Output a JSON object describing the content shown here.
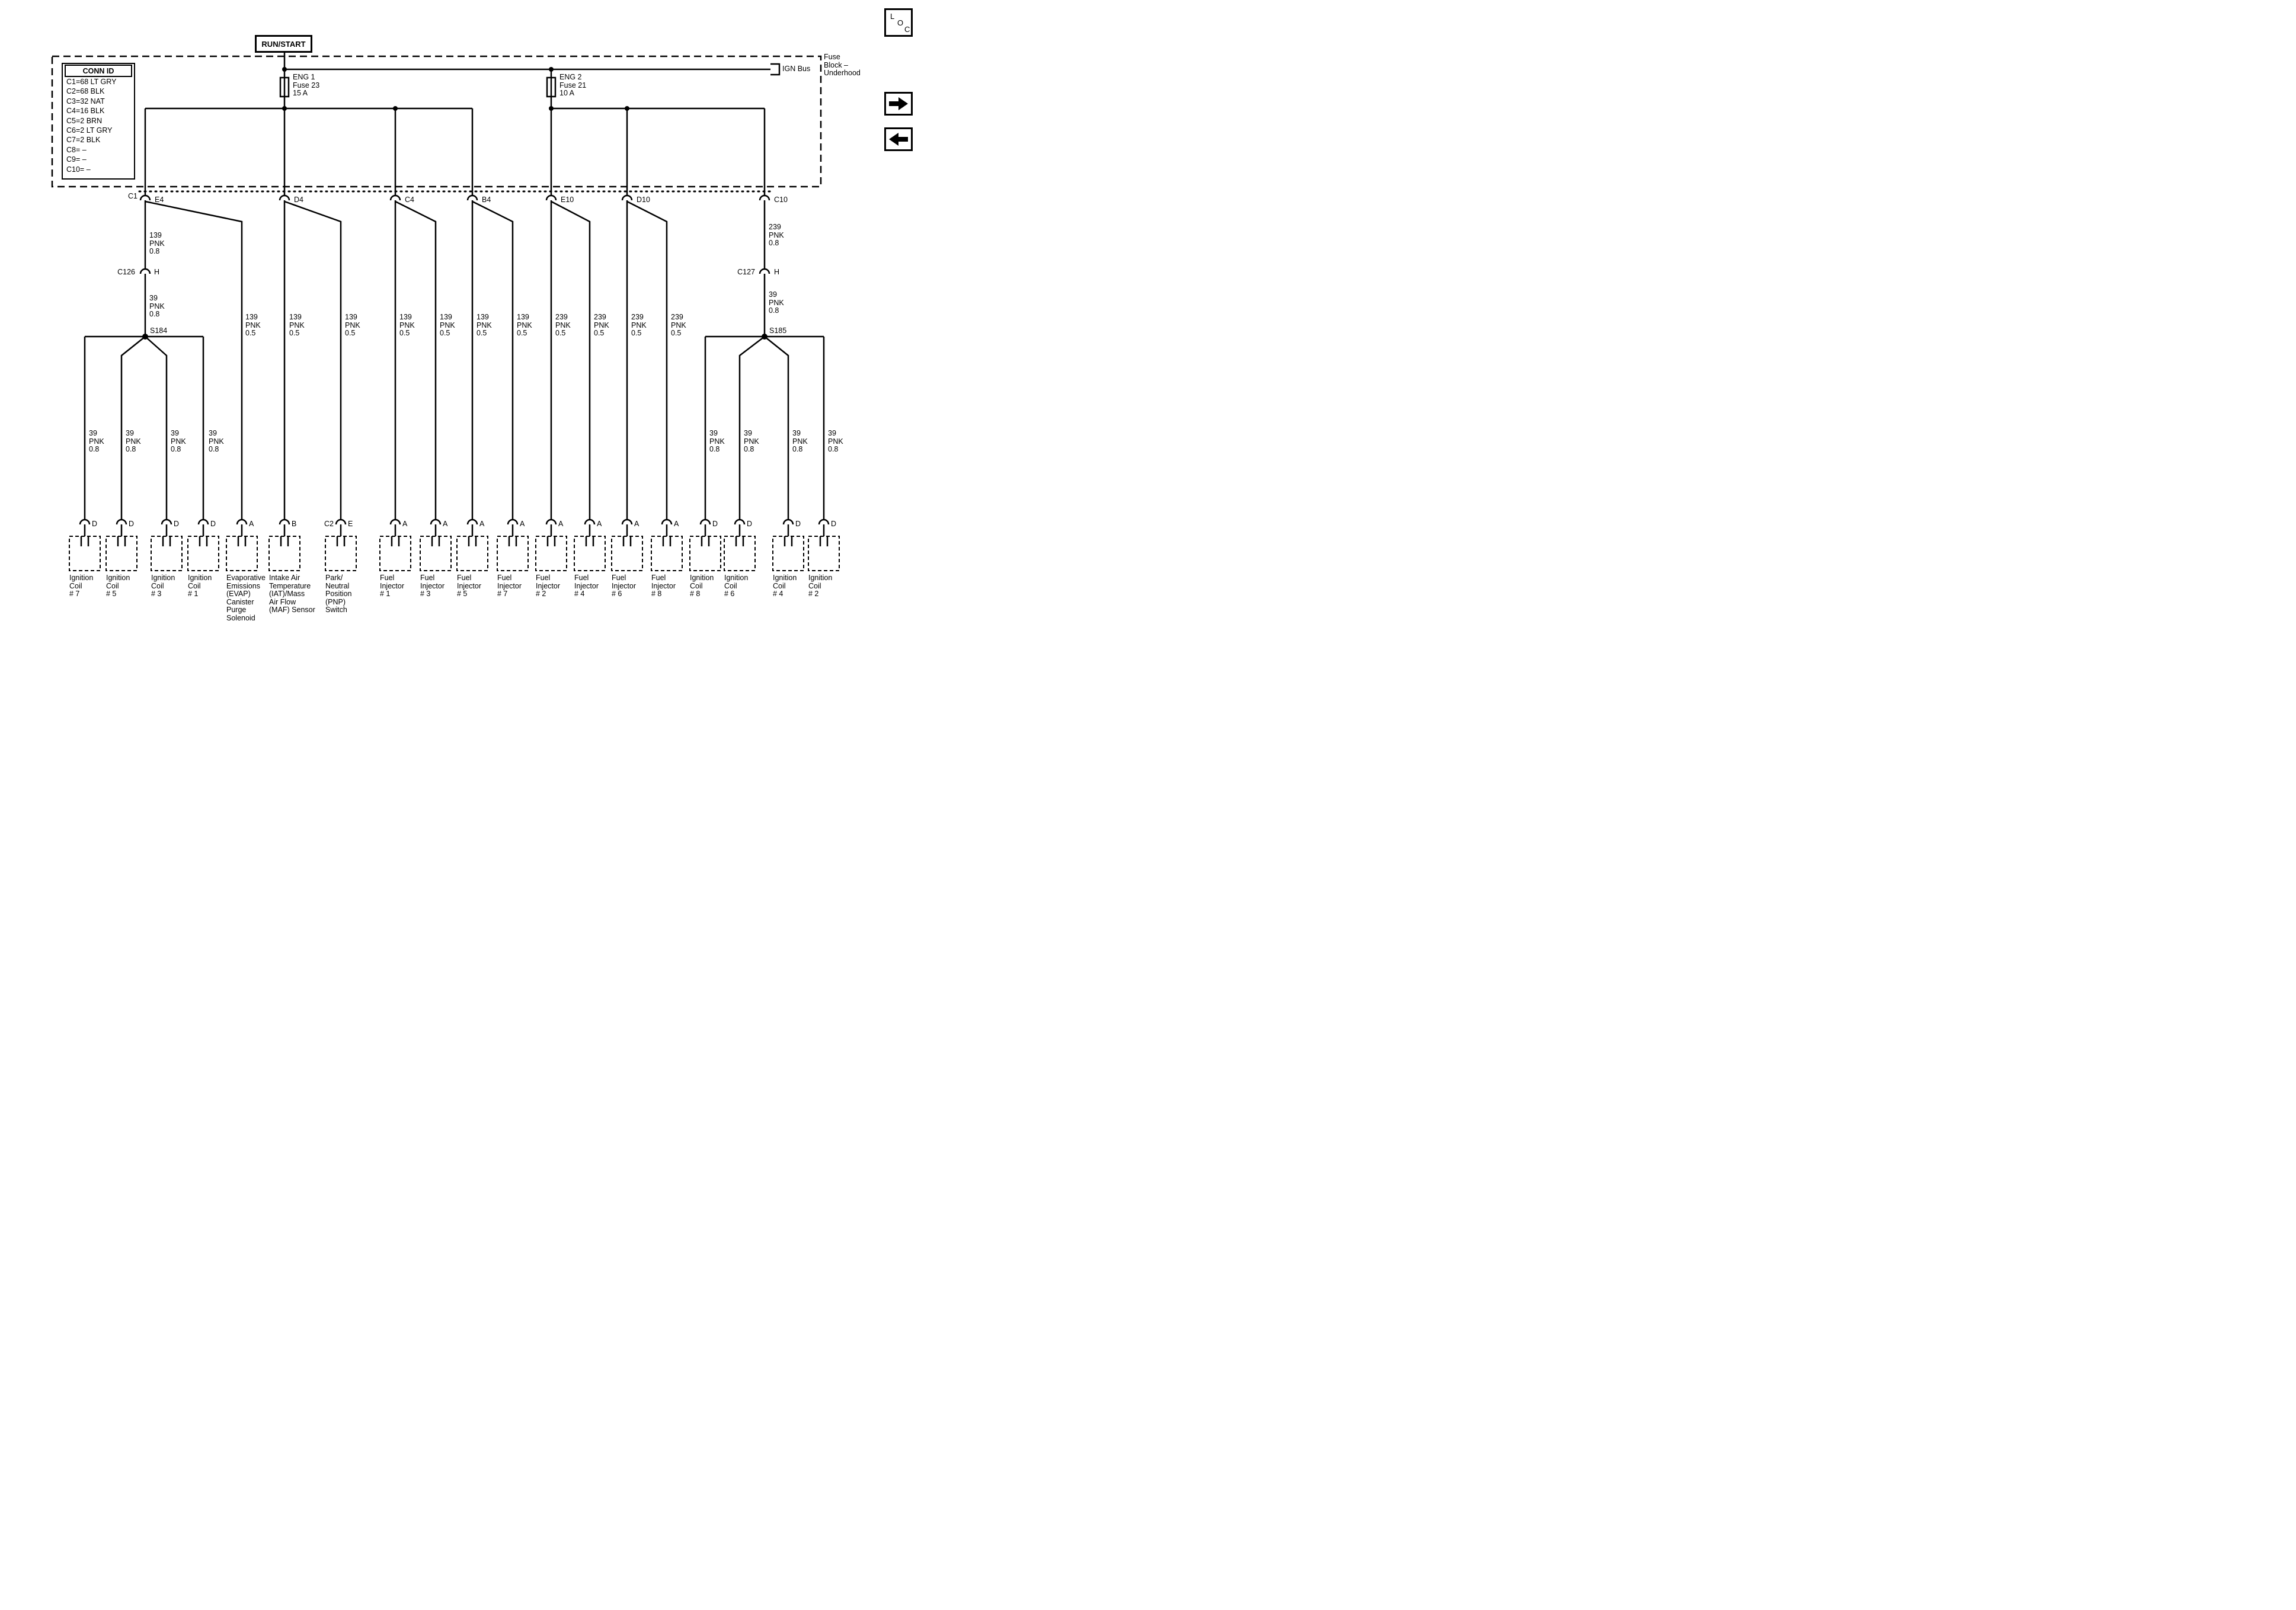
{
  "header": {
    "run_start": "RUN/START"
  },
  "fuse_block": {
    "name": "Fuse\nBlock –\nUnderhood",
    "ign_bus": "IGN Bus",
    "eng1_fuse": "ENG 1\nFuse 23\n15 A",
    "eng2_fuse": "ENG 2\nFuse 21\n10 A"
  },
  "conn_id": {
    "title": "CONN ID",
    "entries": [
      "C1=68 LT GRY",
      "C2=68 BLK",
      "C3=32 NAT",
      "C4=16 BLK",
      "C5=2 BRN",
      "C6=2 LT GRY",
      "C7=2 BLK",
      "C8= –",
      "C9= –",
      "C10= –"
    ]
  },
  "connector_row": {
    "c1": "C1",
    "e4": "E4",
    "d4": "D4",
    "c4": "C4",
    "b4": "B4",
    "e10": "E10",
    "d10": "D10",
    "c10": "C10"
  },
  "inline_connectors": {
    "c126": "C126",
    "c126_pin": "H",
    "c127": "C127",
    "c127_pin": "H"
  },
  "splices": {
    "s184": "S184",
    "s185": "S185"
  },
  "wires": {
    "pnk139_08": "139\nPNK\n0.8",
    "pnk39_08": "39\nPNK\n0.8",
    "pnk139_05": "139\nPNK\n0.5",
    "pnk239_05": "239\nPNK\n0.5",
    "pnk239_08": "239\nPNK\n0.8"
  },
  "bottom": {
    "pnp_conn": "C2",
    "component_pins": [
      "D",
      "D",
      "D",
      "D",
      "A",
      "B",
      "E",
      "A",
      "A",
      "A",
      "A",
      "A",
      "A",
      "A",
      "A",
      "D",
      "D",
      "D",
      "D"
    ],
    "components": [
      "Ignition\nCoil\n# 7",
      "Ignition\nCoil\n# 5",
      "Ignition\nCoil\n# 3",
      "Ignition\nCoil\n# 1",
      "Evaporative\nEmissions\n(EVAP)\nCanister\nPurge\nSolenoid",
      "Intake Air\nTemperature\n(IAT)/Mass\nAir Flow\n(MAF) Sensor",
      "Park/\nNeutral\nPosition\n(PNP)\nSwitch",
      "Fuel\nInjector\n# 1",
      "Fuel\nInjector\n# 3",
      "Fuel\nInjector\n# 5",
      "Fuel\nInjector\n# 7",
      "Fuel\nInjector\n# 2",
      "Fuel\nInjector\n# 4",
      "Fuel\nInjector\n# 6",
      "Fuel\nInjector\n# 8",
      "Ignition\nCoil\n# 8",
      "Ignition\nCoil\n# 6",
      "Ignition\nCoil\n# 4",
      "Ignition\nCoil\n# 2"
    ]
  },
  "nav": {
    "loc": [
      "L",
      "O",
      "C"
    ],
    "next_icon": "arrow-right",
    "back_icon": "arrow-left"
  },
  "colors": {
    "line": "#000000",
    "background": "#ffffff"
  }
}
